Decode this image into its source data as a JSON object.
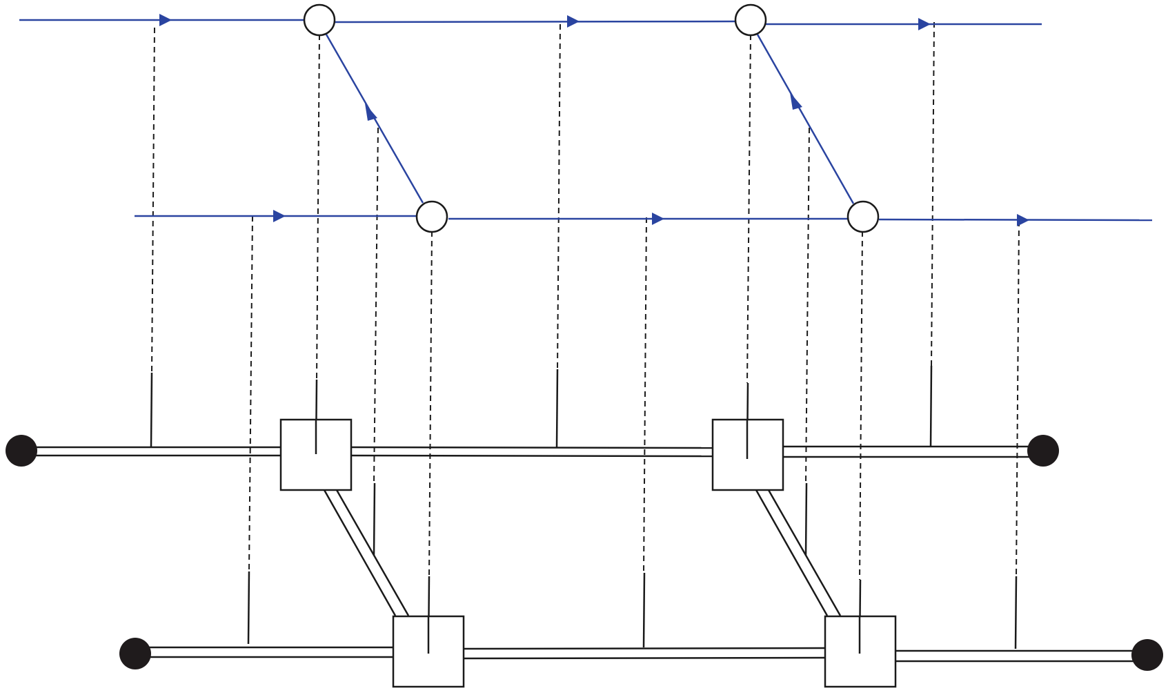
{
  "diagram": {
    "kind": "schematic",
    "colors": {
      "flow_line": "#2a44a0",
      "dashed_connector": "#1a1a1a",
      "pipe_outline": "#1a1a1a",
      "junction_fill": "#ffffff",
      "terminal_fill": "#1f1b1c",
      "background": "#ffffff"
    },
    "flow_nodes": [
      "top-left",
      "top-right",
      "bottom-left",
      "bottom-right"
    ],
    "junction_boxes": [
      "upper-left",
      "upper-right",
      "lower-left",
      "lower-right"
    ],
    "terminals": [
      "upper-left",
      "upper-right",
      "lower-left",
      "lower-right"
    ],
    "arrow_direction": "right",
    "connector_style": "dashed-then-solid"
  }
}
